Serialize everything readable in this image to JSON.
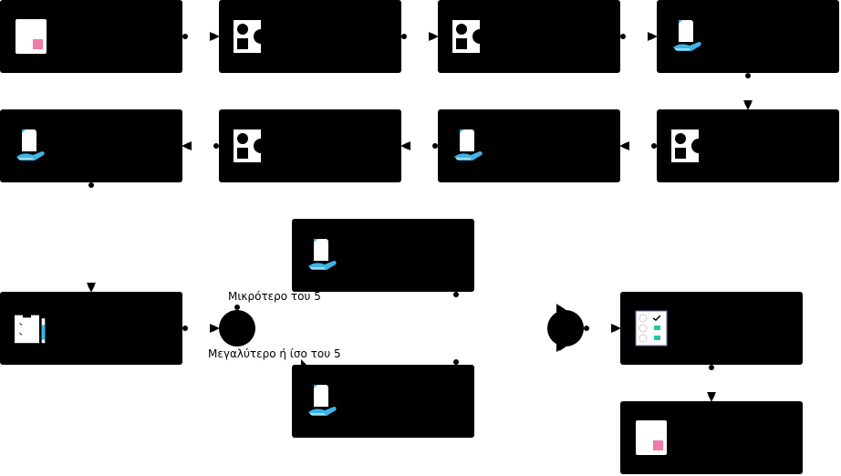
{
  "nodes": [
    {
      "id": "n1",
      "icon": "document-pink-square-icon"
    },
    {
      "id": "n2",
      "icon": "shapes-icon"
    },
    {
      "id": "n3",
      "icon": "shapes-icon"
    },
    {
      "id": "n4",
      "icon": "hand-document-icon"
    },
    {
      "id": "n5",
      "icon": "shapes-icon"
    },
    {
      "id": "n6",
      "icon": "hand-document-icon"
    },
    {
      "id": "n7",
      "icon": "shapes-icon"
    },
    {
      "id": "n8",
      "icon": "hand-document-icon"
    },
    {
      "id": "n9",
      "icon": "clipboard-checklist-icon"
    },
    {
      "id": "n10",
      "icon": "hand-document-icon"
    },
    {
      "id": "n11",
      "icon": "hand-document-icon"
    },
    {
      "id": "n12",
      "icon": "checklist-form-icon"
    },
    {
      "id": "n13",
      "icon": "document-pink-square-icon"
    }
  ],
  "gateways": [
    {
      "id": "gw-split",
      "shape": "circle"
    },
    {
      "id": "gw-merge",
      "shape": "circle"
    }
  ],
  "edge_labels": {
    "upper": "Μικρότερο του 5",
    "lower": "Μεγαλύτερο ή ίσο του 5"
  },
  "colors": {
    "node_fill": "#000000",
    "accent_pink": "#f07aa8",
    "accent_cyan": "#3cb4e6",
    "accent_teal": "#22c7a8"
  }
}
